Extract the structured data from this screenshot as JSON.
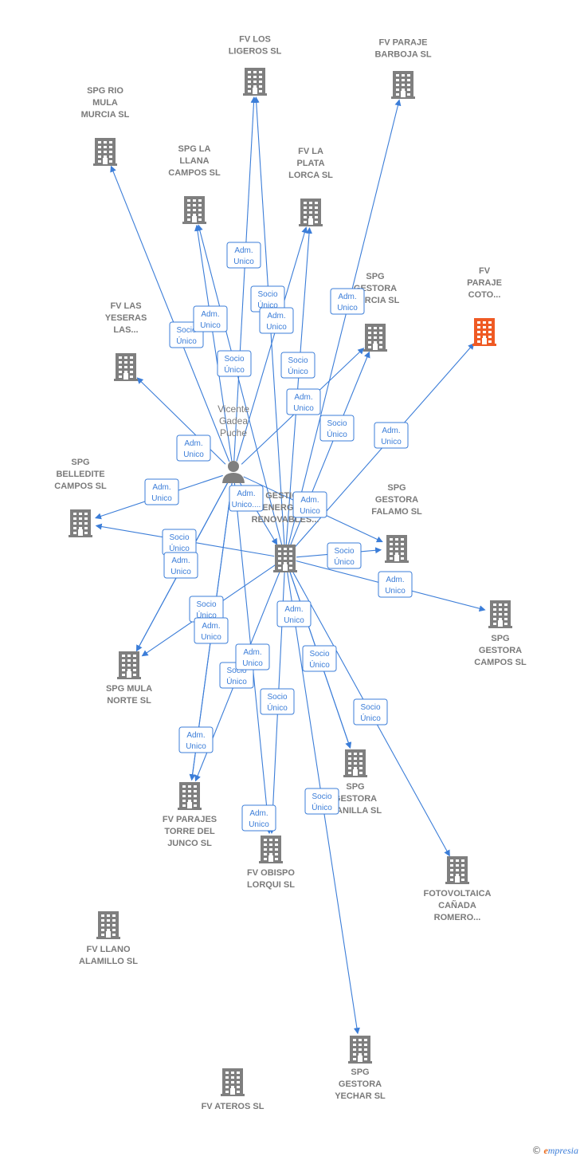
{
  "colors": {
    "edge": "#3b7dd8",
    "building": "#7f7f7f",
    "highlight": "#ef5a24",
    "label": "#7a7a7a"
  },
  "nodes": [
    {
      "id": "hub",
      "type": "company",
      "lines": [
        "GESTION",
        "ENERGIAS",
        "RENOVABLES..."
      ]
    },
    {
      "id": "person",
      "type": "person",
      "lines": [
        "Vicente",
        "Gadea",
        "Puche"
      ]
    },
    {
      "id": "n1",
      "type": "company",
      "lines": [
        "FV LOS",
        "LIGEROS  SL"
      ]
    },
    {
      "id": "n2",
      "type": "company",
      "lines": [
        "FV PARAJE",
        "BARBOJA  SL"
      ]
    },
    {
      "id": "n3",
      "type": "company",
      "lines": [
        "SPG RIO",
        "MULA",
        "MURCIA  SL"
      ]
    },
    {
      "id": "n4",
      "type": "company",
      "lines": [
        "SPG LA",
        "LLANA",
        "CAMPOS  SL"
      ]
    },
    {
      "id": "n5",
      "type": "company",
      "lines": [
        "FV LA",
        "PLATA",
        "LORCA  SL"
      ]
    },
    {
      "id": "n6",
      "type": "company",
      "lines": [
        "SPG",
        "GESTORA",
        "MURCIA  SL"
      ]
    },
    {
      "id": "n7",
      "type": "company",
      "highlight": true,
      "lines": [
        "FV",
        "PARAJE",
        "COTO..."
      ]
    },
    {
      "id": "n8",
      "type": "company",
      "lines": [
        "FV LAS",
        "YESERAS",
        "LAS..."
      ]
    },
    {
      "id": "n9",
      "type": "company",
      "lines": [
        "SPG",
        "BELLEDITE",
        "CAMPOS  SL"
      ]
    },
    {
      "id": "n10",
      "type": "company",
      "lines": [
        "SPG",
        "GESTORA",
        "FALAMO  SL"
      ]
    },
    {
      "id": "n11",
      "type": "company",
      "lines": [
        "SPG",
        "GESTORA",
        "CAMPOS  SL"
      ]
    },
    {
      "id": "n12",
      "type": "company",
      "lines": [
        "SPG MULA",
        "NORTE  SL"
      ]
    },
    {
      "id": "n13",
      "type": "company",
      "lines": [
        "SPG",
        "GESTORA",
        "MANILLA  SL"
      ]
    },
    {
      "id": "n14",
      "type": "company",
      "lines": [
        "FV PARAJES",
        "TORRE DEL",
        "JUNCO  SL"
      ]
    },
    {
      "id": "n15",
      "type": "company",
      "lines": [
        "FV OBISPO",
        "LORQUI  SL"
      ]
    },
    {
      "id": "n16",
      "type": "company",
      "lines": [
        "FOTOVOLTAICA",
        "CAÑADA",
        "ROMERO..."
      ]
    },
    {
      "id": "n17",
      "type": "company",
      "lines": [
        "FV LLANO",
        "ALAMILLO  SL"
      ]
    },
    {
      "id": "n18",
      "type": "company",
      "lines": [
        "FV ATEROS  SL"
      ]
    },
    {
      "id": "n19",
      "type": "company",
      "lines": [
        "SPG",
        "GESTORA",
        "YECHAR  SL"
      ]
    }
  ],
  "edges": [
    {
      "from": "hub",
      "to": "n1",
      "label": [
        "Socio",
        "Único"
      ]
    },
    {
      "from": "person",
      "to": "n1",
      "label": [
        "Adm.",
        "Unico"
      ]
    },
    {
      "from": "hub",
      "to": "n2",
      "label": [
        "Adm.",
        "Unico"
      ]
    },
    {
      "from": "person",
      "to": "n3",
      "label": [
        "Socio",
        "Único"
      ]
    },
    {
      "from": "person",
      "to": "n4",
      "label": [
        "Adm.",
        "Unico"
      ]
    },
    {
      "from": "hub",
      "to": "n4",
      "label": [
        "Socio",
        "Único"
      ]
    },
    {
      "from": "person",
      "to": "n5",
      "label": [
        "Adm.",
        "Unico"
      ]
    },
    {
      "from": "hub",
      "to": "n5",
      "label": [
        "Socio",
        "Único"
      ]
    },
    {
      "from": "person",
      "to": "n6",
      "label": [
        "Adm.",
        "Unico"
      ]
    },
    {
      "from": "hub",
      "to": "n6",
      "label": [
        "Socio",
        "Único"
      ]
    },
    {
      "from": "hub",
      "to": "n7",
      "label": [
        "Adm.",
        "Unico"
      ]
    },
    {
      "from": "person",
      "to": "n8",
      "label": [
        "Adm.",
        "Unico"
      ]
    },
    {
      "from": "person",
      "to": "n9",
      "label": [
        "Adm.",
        "Unico"
      ]
    },
    {
      "from": "person",
      "to": "hub",
      "label": [
        "Adm.",
        "Unico...."
      ]
    },
    {
      "from": "person",
      "to": "n10",
      "label": [
        "Adm.",
        "Unico"
      ]
    },
    {
      "from": "hub",
      "to": "n10",
      "label": [
        "Socio",
        "Único"
      ]
    },
    {
      "from": "hub",
      "to": "n11",
      "label": [
        "Adm.",
        "Unico"
      ]
    },
    {
      "from": "hub",
      "to": "n9",
      "label": [
        "Socio",
        "Único"
      ]
    },
    {
      "from": "person",
      "to": "n12",
      "label": [
        "Adm.",
        "Unico"
      ]
    },
    {
      "from": "hub",
      "to": "n12",
      "label": [
        "Socio",
        "Único"
      ]
    },
    {
      "from": "person",
      "to": "n12",
      "label": [
        "Adm.",
        "Unico"
      ]
    },
    {
      "from": "hub",
      "to": "n13",
      "label": [
        "Adm.",
        "Unico"
      ]
    },
    {
      "from": "hub",
      "to": "n13",
      "label": [
        "Socio",
        "Único"
      ]
    },
    {
      "from": "person",
      "to": "n14",
      "label": [
        "Adm.",
        "Unico"
      ]
    },
    {
      "from": "hub",
      "to": "n14",
      "label": [
        "Socio",
        "Único"
      ]
    },
    {
      "from": "person",
      "to": "n14",
      "label": [
        "Adm.",
        "Unico"
      ]
    },
    {
      "from": "hub",
      "to": "n15",
      "label": [
        "Socio",
        "Único"
      ]
    },
    {
      "from": "person",
      "to": "n15",
      "label": [
        "Adm.",
        "Unico"
      ]
    },
    {
      "from": "hub",
      "to": "n16",
      "label": [
        "Socio",
        "Único"
      ]
    },
    {
      "from": "hub",
      "to": "n19",
      "label": [
        "Socio",
        "Único"
      ]
    }
  ],
  "footer": {
    "copyright": "©",
    "brand_initial": "e",
    "brand_rest": "mpresia"
  }
}
